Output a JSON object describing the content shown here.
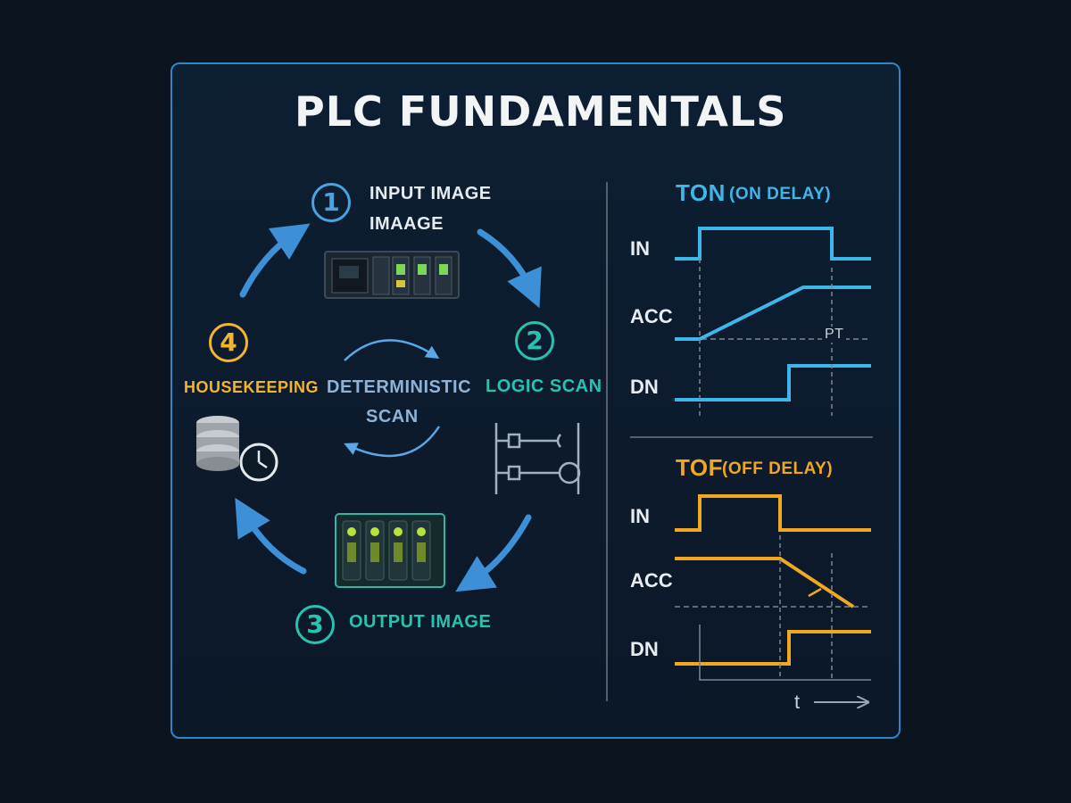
{
  "title": "PLC FUNDAMENTALS",
  "cycle": {
    "center_label_line1": "DETERMINISTIC",
    "center_label_line2": "SCAN",
    "steps": [
      {
        "number": "1",
        "label_line1": "INPUT IMAGE",
        "label_line2": "IMAAGE",
        "color": "#4aa3e0"
      },
      {
        "number": "2",
        "label": "LOGIC SCAN",
        "color": "#27c3b0"
      },
      {
        "number": "3",
        "label": "OUTPUT IMAGE",
        "color": "#27c3b0"
      },
      {
        "number": "4",
        "label": "HOUSEKEEPING",
        "color": "#f2b530"
      }
    ]
  },
  "ton": {
    "title": "TON",
    "subtitle": "(ON DELAY)",
    "color": "#3fb6ea",
    "signals": [
      "IN",
      "ACC",
      "DN"
    ],
    "preset_label": "PT"
  },
  "tof": {
    "title": "TOF",
    "subtitle": "(OFF DELAY)",
    "color": "#f0a823",
    "signals": [
      "IN",
      "ACC",
      "DN"
    ]
  },
  "time_axis_label": "t",
  "colors": {
    "background": "#0b1520",
    "panel_border": "#2f86c4",
    "arrow": "#3d8fd6"
  }
}
